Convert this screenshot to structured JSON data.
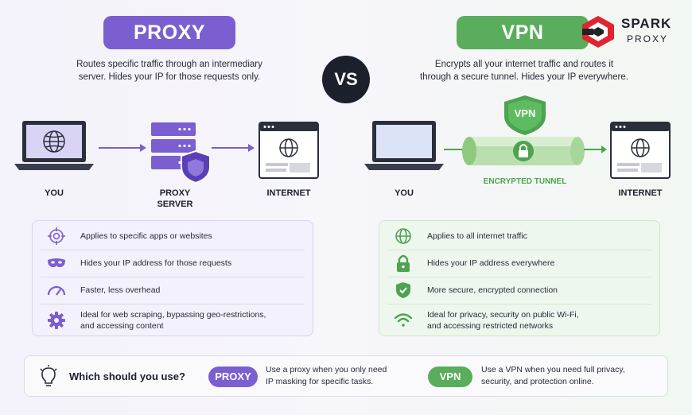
{
  "proxy": {
    "title": "PROXY",
    "description_line1": "Routes specific traffic through an intermediary",
    "description_line2": "server. Hides your IP for those requests only.",
    "labels": {
      "you": "YOU",
      "server_line1": "PROXY",
      "server_line2": "SERVER",
      "internet": "INTERNET"
    },
    "features": [
      {
        "icon": "target-icon",
        "text": "Applies to specific apps or websites"
      },
      {
        "icon": "mask-icon",
        "text": "Hides your IP address for those requests"
      },
      {
        "icon": "speedometer-icon",
        "text": "Faster, less overhead"
      },
      {
        "icon": "gear-icon",
        "text_line1": "Ideal for web scraping, bypassing geo-restrictions,",
        "text_line2": "and accessing content"
      }
    ],
    "accent": "#7b5fd0"
  },
  "vs_label": "VS",
  "vpn": {
    "title": "VPN",
    "description_line1": "Encrypts all your internet traffic and routes it",
    "description_line2": "through a secure tunnel. Hides your IP everywhere.",
    "shield_label": "VPN",
    "tunnel_label": "ENCRYPTED TUNNEL",
    "labels": {
      "you": "YOU",
      "internet": "INTERNET"
    },
    "features": [
      {
        "icon": "globe-icon",
        "text": "Applies to all internet traffic"
      },
      {
        "icon": "lock-icon",
        "text": "Hides your IP address everywhere"
      },
      {
        "icon": "shield-check-icon",
        "text": "More secure, encrypted connection"
      },
      {
        "icon": "wifi-icon",
        "text_line1": "Ideal for privacy, security on public Wi-Fi,",
        "text_line2": "and accessing restricted networks"
      }
    ],
    "accent": "#4da34f"
  },
  "brand": {
    "line1": "SPARK",
    "line2": "PROXY",
    "color": "#e0252f"
  },
  "bottom": {
    "question": "Which should you use?",
    "proxy_pill": "PROXY",
    "proxy_text_line1": "Use a proxy when you only need",
    "proxy_text_line2": "IP masking for specific tasks.",
    "vpn_pill": "VPN",
    "vpn_text_line1": "Use a VPN when you need full privacy,",
    "vpn_text_line2": "security, and protection online."
  }
}
